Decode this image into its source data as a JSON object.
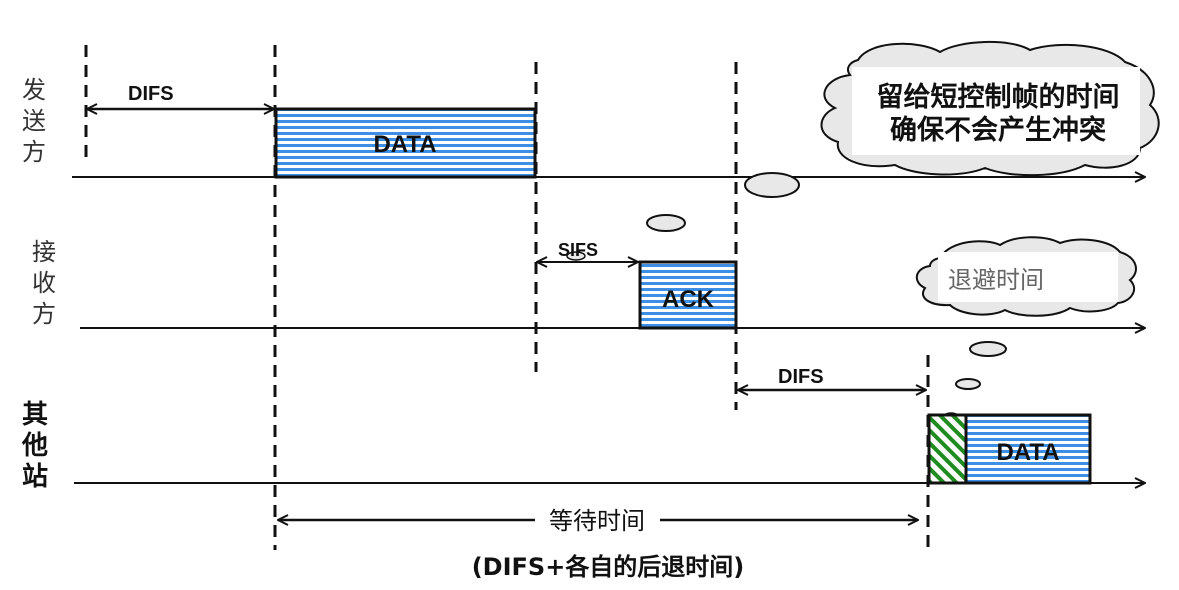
{
  "rows": [
    {
      "id": "sender",
      "label": [
        "发",
        "送",
        "方"
      ]
    },
    {
      "id": "receiver",
      "label": [
        "接",
        "收",
        "方"
      ]
    },
    {
      "id": "others",
      "label": [
        "其",
        "他",
        "站"
      ]
    }
  ],
  "frames": {
    "sender_data": "DATA",
    "receiver_ack": "ACK",
    "others_data": "DATA"
  },
  "intervals": {
    "sender_difs": "DIFS",
    "sifs": "SIFS",
    "others_difs": "DIFS",
    "wait_time": "等待时间",
    "wait_formula": "(DIFS+各自的后退时间)"
  },
  "callouts": {
    "top_cloud_line1": "留给短控制帧的时间",
    "top_cloud_line2": "确保不会产生冲突",
    "backoff_cloud": "退避时间"
  },
  "colors": {
    "frame_fill": "#3d8fe6",
    "frame_stripe": "#ffffff",
    "backoff_hatch": "#1e8c1e",
    "cloud_fill": "#e8e8e8",
    "line": "#111111"
  }
}
